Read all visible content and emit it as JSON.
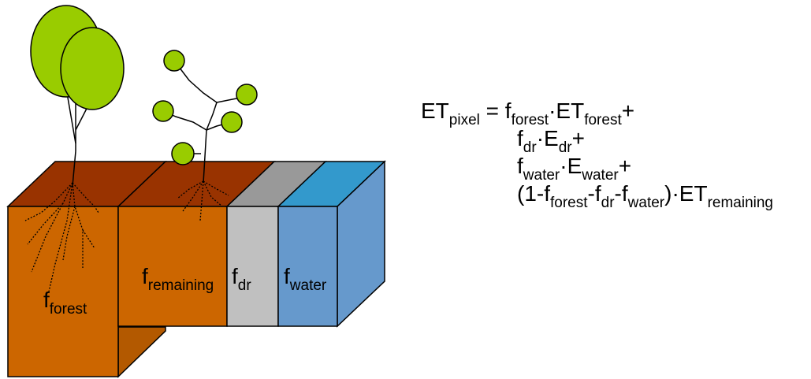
{
  "colors": {
    "soil_top": "#993300",
    "soil_front": "#CC6600",
    "soil_side": "#B35900",
    "dr_top": "#999999",
    "dr_front": "#C0C0C0",
    "water_top": "#3399CC",
    "water_front": "#6699CC",
    "canopy": "#99CC00",
    "outline": "#000000"
  },
  "labels": {
    "forest": {
      "base": "f",
      "sub": "forest"
    },
    "remaining": {
      "base": "f",
      "sub": "remaining"
    },
    "dr": {
      "base": "f",
      "sub": "dr"
    },
    "water": {
      "base": "f",
      "sub": "water"
    }
  },
  "equation": {
    "line1": [
      {
        "t": "ET",
        "s": false
      },
      {
        "t": "pixel",
        "s": true
      },
      {
        "t": " = f",
        "s": false
      },
      {
        "t": "forest",
        "s": true
      },
      {
        "t": "·ET",
        "s": false
      },
      {
        "t": "forest",
        "s": true
      },
      {
        "t": "+",
        "s": false
      }
    ],
    "line2": [
      {
        "t": "f",
        "s": false
      },
      {
        "t": "dr",
        "s": true
      },
      {
        "t": "·E",
        "s": false
      },
      {
        "t": "dr",
        "s": true
      },
      {
        "t": "+",
        "s": false
      }
    ],
    "line3": [
      {
        "t": "f",
        "s": false
      },
      {
        "t": "water",
        "s": true
      },
      {
        "t": "·E",
        "s": false
      },
      {
        "t": "water",
        "s": true
      },
      {
        "t": "+",
        "s": false
      }
    ],
    "line4": [
      {
        "t": "(1-f",
        "s": false
      },
      {
        "t": "forest",
        "s": true
      },
      {
        "t": "-f",
        "s": false
      },
      {
        "t": "dr",
        "s": true
      },
      {
        "t": "-f",
        "s": false
      },
      {
        "t": "water",
        "s": true
      },
      {
        "t": ")·ET",
        "s": false
      },
      {
        "t": "remaining",
        "s": true
      }
    ]
  }
}
